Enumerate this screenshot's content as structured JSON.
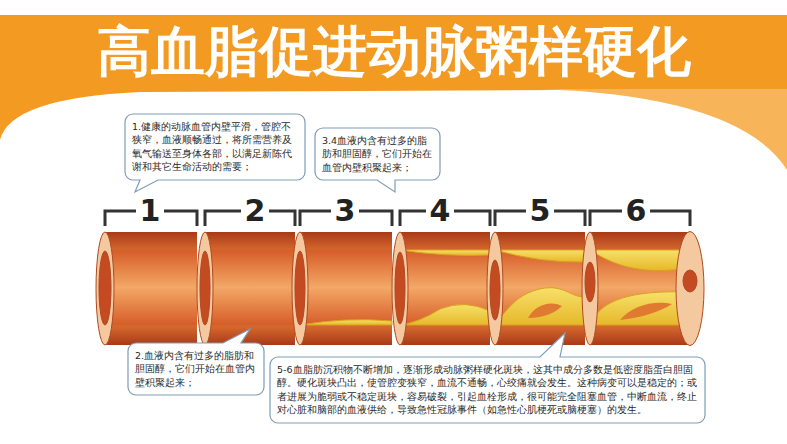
{
  "diagram": {
    "title": "高血脂促进动脉粥样硬化",
    "nodes": [
      {
        "text": [
          "1.健康的动脉血管内壁平滑，管腔不狭窄，血液顺畅通过，将所需营养及氧气输送至身体各部，以满足新陈代谢和其它生命活动的需要；"
        ]
      },
      {
        "text": [
          "3.4血液内含有过多的脂肪和胆固醇，它们开始在血管内壁积聚起来；"
        ]
      },
      {
        "text": [
          "2.血液内含有过多的脂肪和胆固醇，它们开始在血管内壁积聚起来；"
        ]
      },
      {
        "text": [
          "5-6血脂肪沉积物不断增加，逐渐形成动脉粥样硬化斑块，这其中成分多数是低密度脂蛋白胆固醇。硬化斑块凸出，使管腔变狭窄，血流不通畅，心绞痛就会发生。这种病变可以是稳定的；或者进展为脆弱或不稳定斑块，容易破裂，引起血栓形成，很可能完全阻塞血管，中断血流，终止对心脏和脑部的血液供给，导致急性冠脉事件（如急性心肌梗死或脑梗塞）的发生。"
        ]
      }
    ],
    "labels": [
      "1",
      "2",
      "3",
      "4",
      "5",
      "6"
    ]
  }
}
